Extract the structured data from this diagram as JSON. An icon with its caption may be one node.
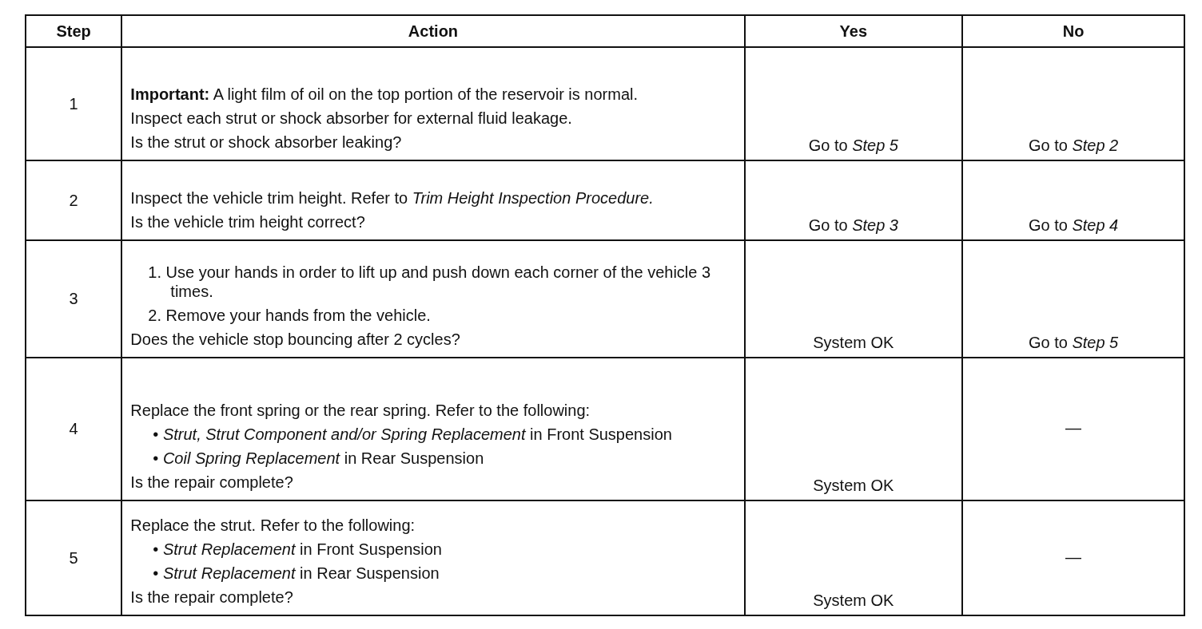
{
  "diagram": {
    "labels": [
      "Step",
      "Action",
      "Yes",
      "No",
      "1",
      "**Important:** A light film of oil on the top portion of the reservoir is normal.",
      "Inspect each strut or shock absorber for external fluid leakage.",
      "Is the strut or shock absorber leaking?",
      "Go to *Step 5*",
      "Go to *Step 2*",
      "2",
      "Inspect the vehicle trim height. Refer to *Trim Height Inspection Procedure.*",
      "Is the vehicle trim height correct?",
      "Go to *Step 3*",
      "Go to *Step 4*",
      "3",
      "1. Use your hands in order to lift up and push down each corner of the vehicle 3 times.",
      "2. Remove your hands from the vehicle.",
      "Does the vehicle stop bouncing after 2 cycles?",
      "System OK",
      "Go to *Step 5*",
      "4",
      "Replace the front spring or the rear spring. Refer to the following:",
      "• *Strut, Strut Component and/or Spring Replacement* in Front Suspension",
      "• *Coil Spring Replacement* in Rear Suspension",
      "Is the repair complete?",
      "System OK",
      "—",
      "5",
      "Replace the strut. Refer to the following:",
      "• *Strut Replacement* in Front Suspension",
      "• *Strut Replacement* in Rear Suspension",
      "Is the repair complete?",
      "System OK",
      "—"
    ]
  }
}
